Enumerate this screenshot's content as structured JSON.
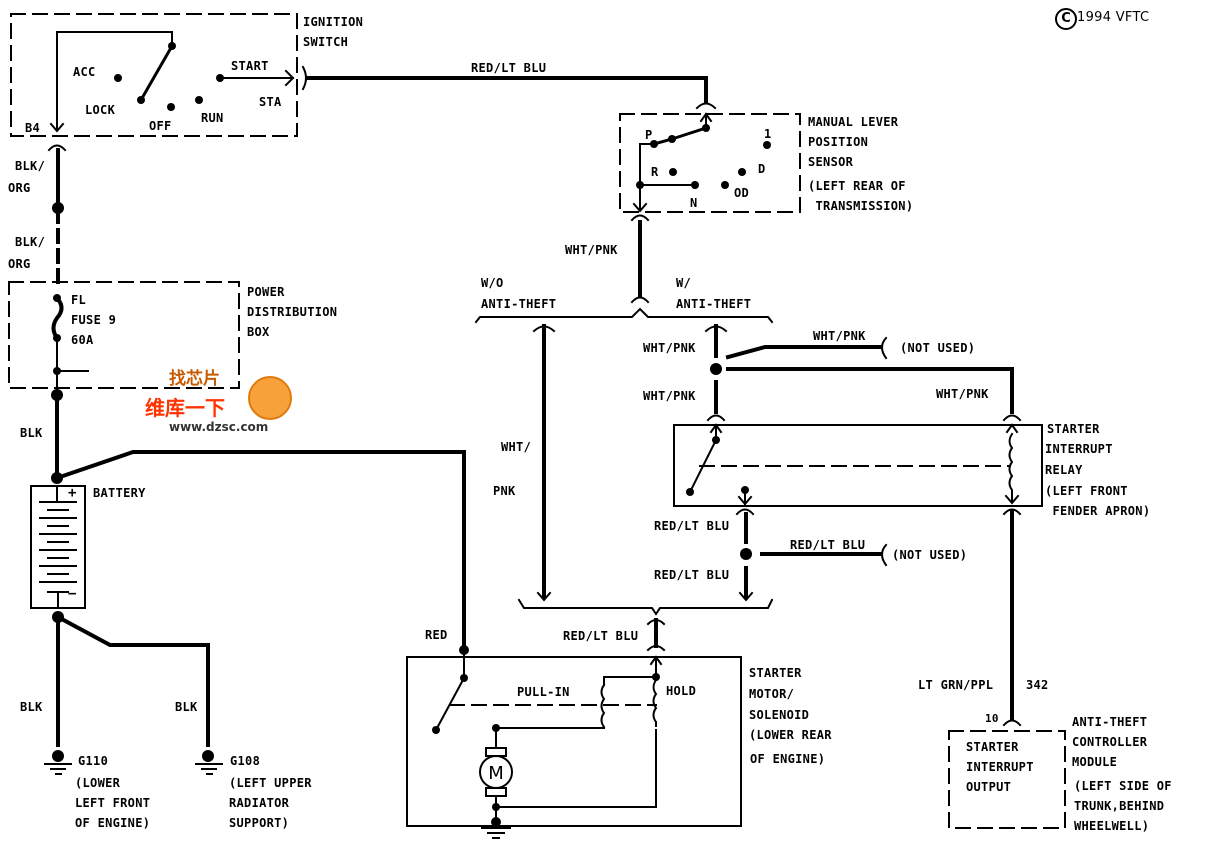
{
  "copyright": {
    "symbol": "C",
    "text": "1994 VFTC"
  },
  "ignition_switch": {
    "title": [
      "IGNITION",
      "SWITCH"
    ],
    "positions": [
      "ACC",
      "LOCK",
      "OFF",
      "RUN",
      "START"
    ],
    "terminal_out": "STA",
    "terminal_in": "B4"
  },
  "wires": {
    "ign_to_sensor": "RED/LT BLU",
    "ign_b4_top": [
      "BLK/",
      "ORG"
    ],
    "ign_b4_bottom": [
      "BLK/",
      "ORG"
    ],
    "pdb_to_battery": "BLK",
    "sensor_out": "WHT/PNK",
    "w_at_upper": "WHT/PNK",
    "w_at_lower": "WHT/PNK",
    "not_used_top": "WHT/PNK",
    "relay_coil_feed": "WHT/PNK",
    "wo_at_run": [
      "WHT/",
      "PNK"
    ],
    "relay_out_upper": "RED/LT BLU",
    "relay_out_lower": "RED/LT BLU",
    "not_used_bottom": "RED/LT BLU",
    "starter_feed": "RED/LT BLU",
    "battery_to_starter": "RED",
    "ground_left": "BLK",
    "ground_right": "BLK",
    "anti_theft_wire": "LT GRN/PPL",
    "anti_theft_circuit": "342",
    "anti_theft_pin": "10"
  },
  "not_used_label": "(NOT USED)",
  "manual_lever_sensor": {
    "title": [
      "MANUAL LEVER",
      "POSITION",
      "SENSOR",
      "(LEFT REAR OF",
      " TRANSMISSION)"
    ],
    "positions": [
      "P",
      "R",
      "N",
      "OD",
      "D",
      "1"
    ]
  },
  "variants": {
    "without": [
      "W/O",
      "ANTI-THEFT"
    ],
    "with": [
      "W/",
      "ANTI-THEFT"
    ]
  },
  "power_distribution_box": {
    "title": [
      "POWER",
      "DISTRIBUTION",
      "BOX"
    ],
    "fuse": [
      "FL",
      "FUSE 9",
      "60A"
    ]
  },
  "battery": {
    "title": "BATTERY",
    "plus": "+",
    "minus": "−"
  },
  "grounds": [
    {
      "id": "G110",
      "location": [
        "(LOWER",
        "LEFT FRONT",
        "OF ENGINE)"
      ]
    },
    {
      "id": "G108",
      "location": [
        "(LEFT UPPER",
        "RADIATOR",
        "SUPPORT)"
      ]
    }
  ],
  "starter_relay": {
    "title": [
      "STARTER",
      "INTERRUPT",
      "RELAY",
      "(LEFT FRONT",
      " FENDER APRON)"
    ]
  },
  "starter_motor": {
    "title": [
      "STARTER",
      "MOTOR/",
      "SOLENOID",
      "(LOWER REAR",
      "OF ENGINE)"
    ],
    "pull_in": "PULL-IN",
    "hold": "HOLD",
    "motor_symbol": "M"
  },
  "anti_theft_module": {
    "title": [
      "ANTI-THEFT",
      "CONTROLLER",
      "MODULE",
      "(LEFT SIDE OF",
      "TRUNK,BEHIND",
      "WHEELWELL)"
    ],
    "output": [
      "STARTER",
      "INTERRUPT",
      "OUTPUT"
    ]
  },
  "watermark": {
    "line1": "找芯片",
    "line2": "维库一下",
    "url": "www.dzsc.com"
  }
}
